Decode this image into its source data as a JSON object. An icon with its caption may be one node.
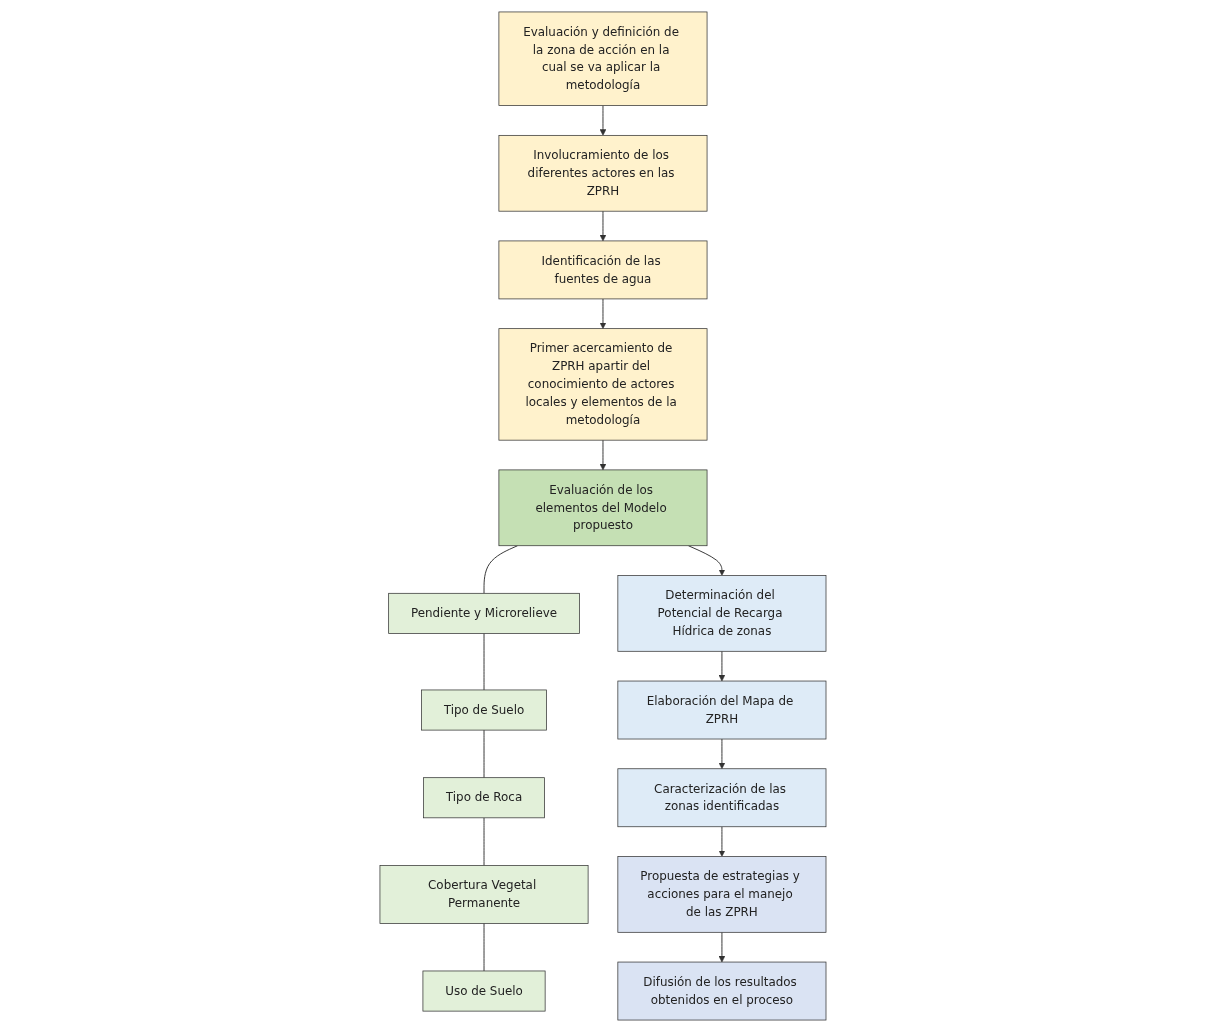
{
  "diagram": {
    "nodes": [
      {
        "text": [
          "Evaluación y definición de la zona de acción en la cual se va aplicar la metodología"
        ]
      },
      {
        "text": [
          "Involucramiento de los diferentes actores en las ZPRH"
        ]
      },
      {
        "text": [
          "Identificación de las fuentes de agua"
        ]
      },
      {
        "text": [
          "Primer acercamiento de ZPRH apartir del conocimiento de actores locales y elementos de la metodología"
        ]
      },
      {
        "text": [
          "Evaluación de los elementos del Modelo propuesto"
        ]
      },
      {
        "text": [
          "Pendiente y Microrelieve"
        ]
      },
      {
        "text": [
          "Tipo de Suelo"
        ]
      },
      {
        "text": [
          "Tipo de Roca"
        ]
      },
      {
        "text": [
          "Cobertura Vegetal Permanente"
        ]
      },
      {
        "text": [
          "Uso de Suelo"
        ]
      },
      {
        "text": [
          "Determinación del Potencial de Recarga Hídrica de zonas"
        ]
      },
      {
        "text": [
          "Elaboración del Mapa de ZPRH"
        ]
      },
      {
        "text": [
          "Caracterización de las zonas identificadas"
        ]
      },
      {
        "text": [
          "Propuesta de estrategias y acciones para el manejo de las ZPRH"
        ]
      },
      {
        "text": [
          "Difusión de los resultados obtenidos en el proceso"
        ]
      }
    ],
    "edges": [
      {
        "from": 0,
        "to": 1,
        "arrow": "to"
      },
      {
        "from": 1,
        "to": 2,
        "arrow": "to"
      },
      {
        "from": 2,
        "to": 3,
        "arrow": "to"
      },
      {
        "from": 3,
        "to": 4,
        "arrow": "to"
      },
      {
        "from": 4,
        "to": 5,
        "arrow": "none"
      },
      {
        "from": 5,
        "to": 6,
        "arrow": "none"
      },
      {
        "from": 6,
        "to": 7,
        "arrow": "none"
      },
      {
        "from": 7,
        "to": 8,
        "arrow": "none"
      },
      {
        "from": 8,
        "to": 9,
        "arrow": "none"
      },
      {
        "from": 4,
        "to": 10,
        "arrow": "to"
      },
      {
        "from": 10,
        "to": 11,
        "arrow": "to"
      },
      {
        "from": 11,
        "to": 12,
        "arrow": "to"
      },
      {
        "from": 12,
        "to": 13,
        "arrow": "to"
      },
      {
        "from": 13,
        "to": 14,
        "arrow": "to"
      }
    ]
  }
}
